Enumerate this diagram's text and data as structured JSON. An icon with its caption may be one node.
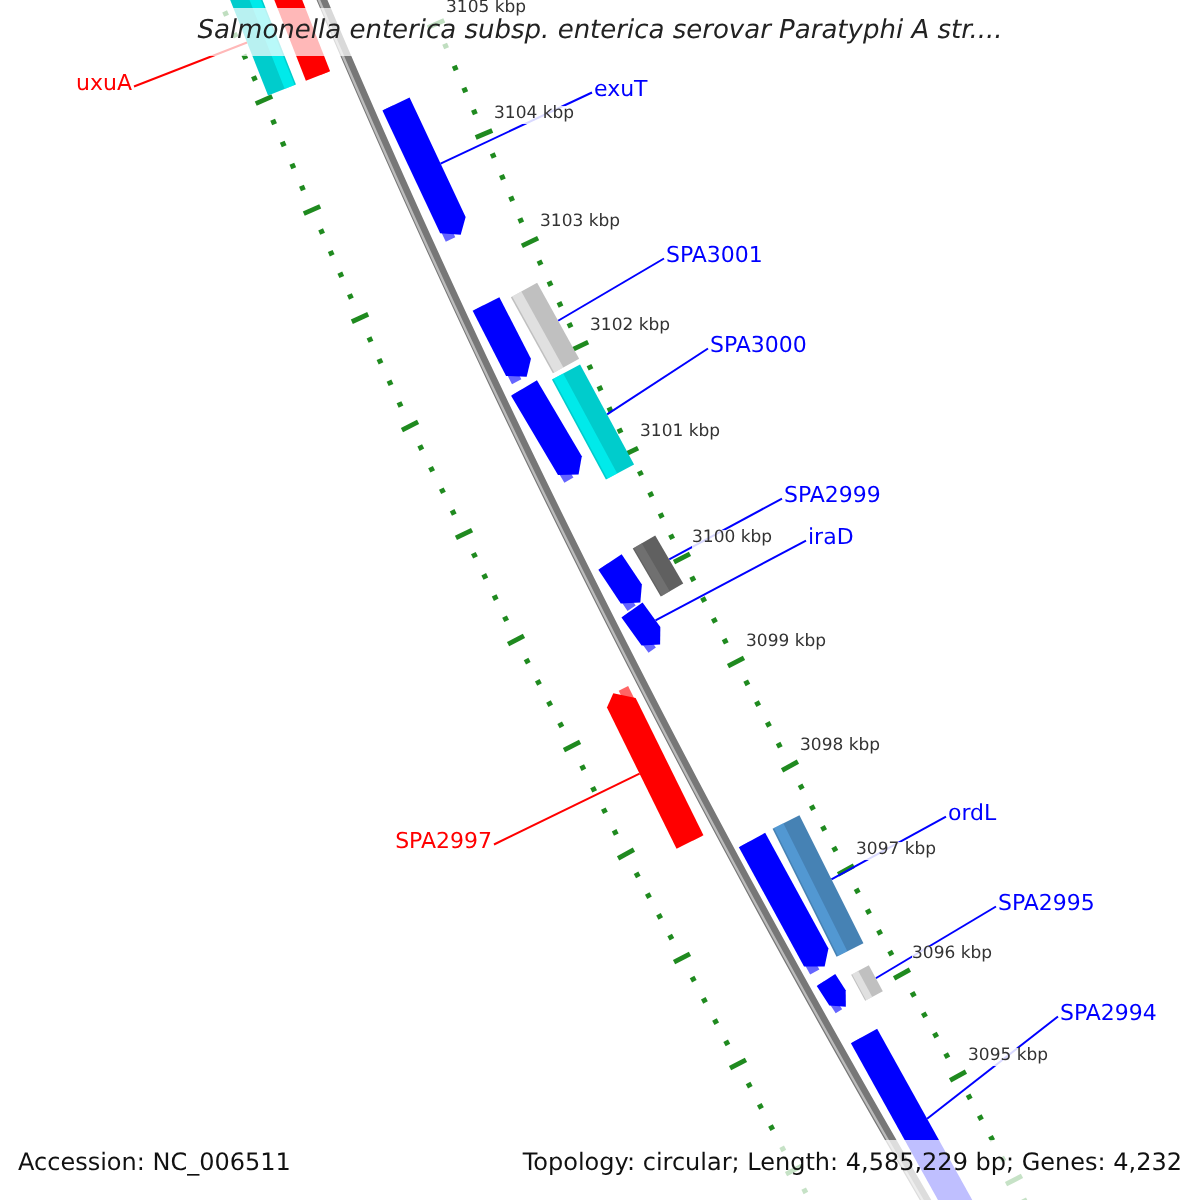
{
  "diagram": {
    "title": "Salmonella enterica subsp. enterica serovar Paratyphi A str....",
    "nodes": [
      {
        "text": [
          "uxuA"
        ]
      },
      {
        "text": [
          "exuT"
        ]
      },
      {
        "text": [
          "SPA3001"
        ]
      },
      {
        "text": [
          "SPA3000"
        ]
      },
      {
        "text": [
          "SPA2999"
        ]
      },
      {
        "text": [
          "iraD"
        ]
      },
      {
        "text": [
          "ordL"
        ]
      },
      {
        "text": [
          "SPA2997"
        ]
      },
      {
        "text": [
          "SPA2995"
        ]
      },
      {
        "text": [
          "SPA2994"
        ]
      },
      {
        "text": [],
        "shape": "bar"
      },
      {
        "text": [],
        "shape": "bar"
      },
      {
        "text": [],
        "shape": "arrow"
      },
      {
        "text": [],
        "shape": "bar"
      },
      {
        "text": [],
        "shape": "arrow"
      },
      {
        "text": [],
        "shape": "bar"
      },
      {
        "text": [],
        "shape": "arrow"
      },
      {
        "text": [],
        "shape": "bar"
      },
      {
        "text": [],
        "shape": "arrow"
      },
      {
        "text": [],
        "shape": "arrow"
      },
      {
        "text": [],
        "shape": "arrow"
      },
      {
        "text": [],
        "shape": "bar"
      },
      {
        "text": [],
        "shape": "arrow"
      },
      {
        "text": [],
        "shape": "bar"
      },
      {
        "text": [],
        "shape": "arrow"
      },
      {
        "text": [],
        "shape": "bar"
      }
    ],
    "edges": [
      {
        "from": 0,
        "to": 10,
        "arrow": "none",
        "color": "#ff0000"
      },
      {
        "from": 1,
        "to": 12,
        "arrow": "none"
      },
      {
        "from": 2,
        "to": 13,
        "arrow": "none"
      },
      {
        "from": 3,
        "to": 15,
        "arrow": "none"
      },
      {
        "from": 4,
        "to": 17,
        "arrow": "none"
      },
      {
        "from": 5,
        "to": 19,
        "arrow": "none"
      },
      {
        "from": 6,
        "to": 21,
        "arrow": "none"
      },
      {
        "from": 7,
        "to": 20,
        "arrow": "none",
        "color": "#ff0000"
      },
      {
        "from": 8,
        "to": 23,
        "arrow": "none"
      },
      {
        "from": 9,
        "to": 25,
        "arrow": "none"
      }
    ],
    "labels": [
      "3105 kbp",
      "3104 kbp",
      "3103 kbp",
      "3102 kbp",
      "3101 kbp",
      "3100 kbp",
      "3099 kbp",
      "3098 kbp",
      "3097 kbp",
      "3096 kbp",
      "3095 kbp",
      "Accession: NC_006511",
      "Topology: circular; Length: 4,585,229 bp; Genes: 4,232"
    ]
  }
}
